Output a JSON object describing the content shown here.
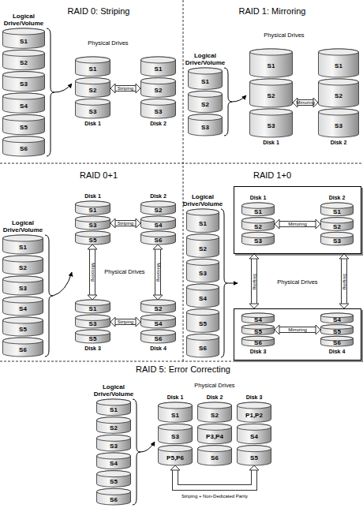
{
  "diagram": {
    "nodes": [
      {
        "text": [
          "Logical Drive/Volume",
          "S1",
          "S2",
          "S3",
          "S4",
          "S5",
          "S6"
        ]
      },
      {
        "text": [
          "S1",
          "S2",
          "S3",
          "Disk 1"
        ]
      },
      {
        "text": [
          "S1",
          "S2",
          "S3",
          "Disk 2"
        ]
      },
      {
        "text": [
          "Logical Drive/Volume",
          "S1",
          "S2",
          "S3"
        ]
      },
      {
        "text": [
          "S1",
          "S2",
          "S3",
          "Disk 1"
        ]
      },
      {
        "text": [
          "S1",
          "S2",
          "S3",
          "Disk 2"
        ]
      },
      {
        "text": [
          "Logical Drive/Volume",
          "S1",
          "S2",
          "S3",
          "S4",
          "S5",
          "S6"
        ]
      },
      {
        "text": [
          "Disk 1",
          "S1",
          "S3",
          "S5"
        ]
      },
      {
        "text": [
          "Disk 2",
          "S2",
          "S4",
          "S6"
        ]
      },
      {
        "text": [
          "S1",
          "S3",
          "S5",
          "Disk 3"
        ]
      },
      {
        "text": [
          "S2",
          "S4",
          "S6",
          "Disk 4"
        ]
      },
      {
        "text": [
          "Logical Drive/Volume",
          "S1",
          "S2",
          "S3",
          "S4",
          "S5",
          "S6"
        ]
      },
      {
        "text": []
      },
      {
        "text": [
          "Disk 1",
          "S1",
          "S2",
          "S3"
        ],
        "in": 12
      },
      {
        "text": [
          "Disk 2",
          "S1",
          "S2",
          "S3"
        ],
        "in": 12
      },
      {
        "text": []
      },
      {
        "text": [
          "S4",
          "S5",
          "S6",
          "Disk 3"
        ],
        "in": 15
      },
      {
        "text": [
          "S4",
          "S5",
          "S6",
          "Disk 4"
        ],
        "in": 15
      },
      {
        "text": [
          "Logical Drive/Volume",
          "S1",
          "S2",
          "S3",
          "S4",
          "S5",
          "S6"
        ]
      },
      {
        "text": [
          "Disk 1",
          "S1",
          "S3",
          "P5,P6"
        ]
      },
      {
        "text": [
          "Disk 2",
          "S2",
          "P3,P4",
          "S6"
        ]
      },
      {
        "text": [
          "Disk 3",
          "P1,P2",
          "S4",
          "S5"
        ]
      }
    ],
    "edges": [
      {
        "from": 1,
        "to": 2,
        "arrow": "both",
        "label": "Striping"
      },
      {
        "from": 4,
        "to": 5,
        "arrow": "both",
        "label": "Mirroring"
      },
      {
        "from": 7,
        "to": 8,
        "arrow": "both",
        "label": "Striping"
      },
      {
        "from": 7,
        "to": 9,
        "arrow": "both",
        "label": "Mirroring"
      },
      {
        "from": 8,
        "to": 10,
        "arrow": "both",
        "label": "Mirroring"
      },
      {
        "from": 9,
        "to": 10,
        "arrow": "both",
        "label": "Striping"
      },
      {
        "from": 13,
        "to": 14,
        "arrow": "both",
        "label": "Mirroring"
      },
      {
        "from": 12,
        "to": 15,
        "arrow": "both",
        "label": "Striping"
      },
      {
        "from": 12,
        "to": 15,
        "arrow": "both",
        "label": "Striping"
      },
      {
        "from": 16,
        "to": 17,
        "arrow": "both",
        "label": "Mirroring"
      },
      {
        "from": 19,
        "to": 21,
        "arrow": "both",
        "label": "Striping + Non-Dedicated Parity"
      }
    ],
    "labels": [
      "RAID 0: Striping",
      "Physical Drives",
      "RAID 1: Mirroring",
      "Physical Drives",
      "RAID 0+1",
      "Physical Drives",
      "RAID 1+0",
      "Physical Drives",
      "RAID 5: Error Correcting",
      "Physical Drives"
    ]
  }
}
